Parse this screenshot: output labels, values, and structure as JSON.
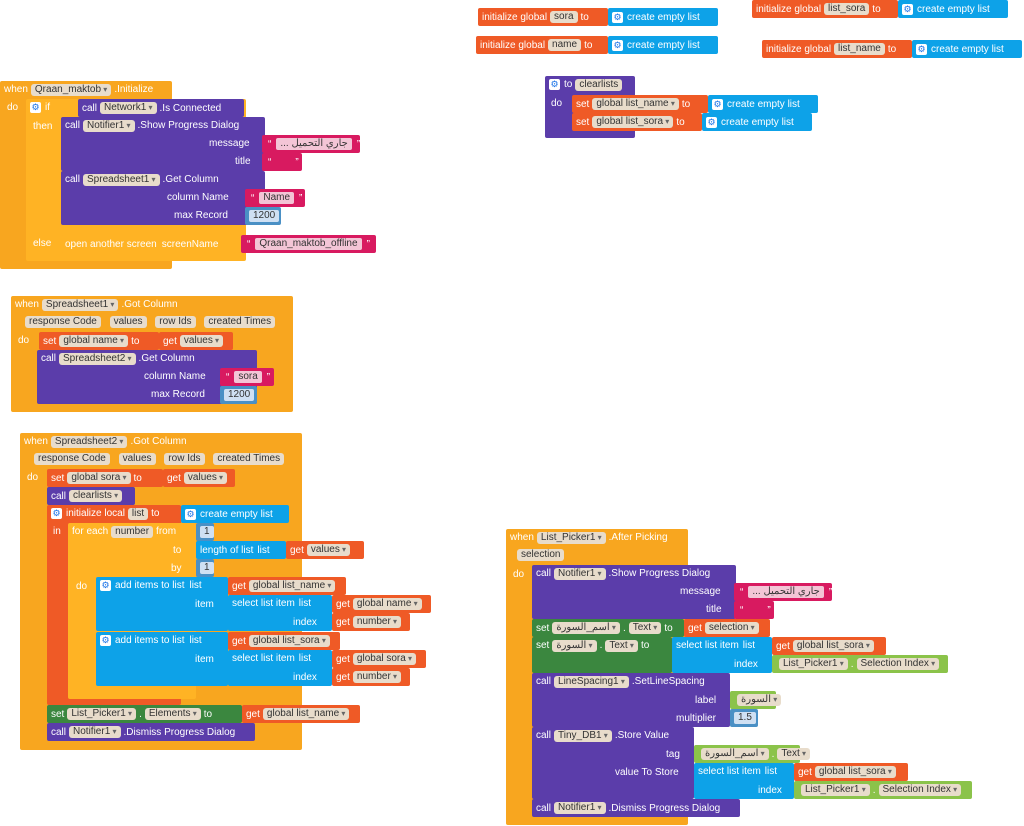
{
  "globals": {
    "sora": {
      "prefix": "initialize global",
      "name": "sora",
      "to": "to",
      "value": "create empty list"
    },
    "list_sora": {
      "prefix": "initialize global",
      "name": "list_sora",
      "to": "to",
      "value": "create empty list"
    },
    "name": {
      "prefix": "initialize global",
      "name": "name",
      "to": "to",
      "value": "create empty list"
    },
    "list_name": {
      "prefix": "initialize global",
      "name": "list_name",
      "to": "to",
      "value": "create empty list"
    }
  },
  "clearlists": {
    "to": "to",
    "proc": "clearlists",
    "do": "do",
    "set1": {
      "set": "set",
      "var": "global list_name",
      "to": "to",
      "value": "create empty list"
    },
    "set2": {
      "set": "set",
      "var": "global list_sora",
      "to": "to",
      "value": "create empty list"
    }
  },
  "init": {
    "when": "when",
    "comp": "Qraan_maktob",
    "event": ".Initialize",
    "do": "do",
    "if": "if",
    "call": "call",
    "network": "Network1",
    "connected": ".Is Connected",
    "then": "then",
    "notifier": "Notifier1",
    "show": ".Show Progress Dialog",
    "message_lbl": "message",
    "message": "... جاري التحميل",
    "title_lbl": "title",
    "title": "",
    "sheet": "Spreadsheet1",
    "getcol": ".Get Column",
    "col_lbl": "column Name",
    "col": "Name",
    "max_lbl": "max Record",
    "max": "1200",
    "else": "else",
    "open": "open another screen",
    "screen_lbl": "screenName",
    "screen": "Qraan_maktob_offline"
  },
  "got1": {
    "when": "when",
    "comp": "Spreadsheet1",
    "event": ".Got Column",
    "params": [
      "response Code",
      "values",
      "row Ids",
      "created Times"
    ],
    "do": "do",
    "set": "set",
    "var": "global name",
    "to": "to",
    "get": "get",
    "getvar": "values",
    "call": "call",
    "sheet": "Spreadsheet2",
    "getcol": ".Get Column",
    "col_lbl": "column Name",
    "col": "sora",
    "max_lbl": "max Record",
    "max": "1200"
  },
  "got2": {
    "when": "when",
    "comp": "Spreadsheet2",
    "event": ".Got Column",
    "params": [
      "response Code",
      "values",
      "row Ids",
      "created Times"
    ],
    "do": "do",
    "set": "set",
    "var": "global sora",
    "to": "to",
    "get": "get",
    "getvar": "values",
    "call": "call",
    "clear": "clearlists",
    "initlocal": "initialize local",
    "local": "list",
    "empty": "create empty list",
    "in": "in",
    "foreach": "for each",
    "number": "number",
    "from": "from",
    "one": "1",
    "to2": "to",
    "lengthof": "length of list",
    "list": "list",
    "by": "by",
    "do2": "do",
    "add1": {
      "add": "add items to list",
      "list": "list",
      "target": "global list_name",
      "item": "item",
      "select": "select list item",
      "listlbl": "list",
      "src": "global name",
      "index": "index",
      "idx": "number"
    },
    "add2": {
      "add": "add items to list",
      "list": "list",
      "target": "global list_sora",
      "item": "item",
      "select": "select list item",
      "listlbl": "list",
      "src": "global sora",
      "index": "index",
      "idx": "number"
    },
    "setpick": {
      "set": "set",
      "comp": "List_Picker1",
      "prop": "Elements",
      "to": "to",
      "get": "get",
      "var": "global list_name"
    },
    "dismiss": {
      "call": "call",
      "comp": "Notifier1",
      "method": ".Dismiss Progress Dialog"
    }
  },
  "picker": {
    "when": "when",
    "comp": "List_Picker1",
    "event": ".After Picking",
    "param": "selection",
    "do": "do",
    "call": "call",
    "notifier": "Notifier1",
    "show": ".Show Progress Dialog",
    "message_lbl": "message",
    "message": "... جاري التحميل",
    "title_lbl": "title",
    "set1": {
      "set": "set",
      "comp": "اسم_السورة",
      "prop": "Text",
      "to": "to",
      "get": "get",
      "var": "selection"
    },
    "set2": {
      "set": "set",
      "comp": "السورة",
      "prop": "Text",
      "to": "to",
      "select": "select list item",
      "list": "list",
      "var": "global list_sora",
      "index": "index",
      "picker": "List_Picker1",
      "sel": "Selection Index"
    },
    "spacing": {
      "call": "call",
      "comp": "LineSpacing1",
      "method": ".SetLineSpacing",
      "label_lbl": "label",
      "label": "السورة",
      "mult_lbl": "multiplier",
      "mult": "1.5"
    },
    "store": {
      "call": "call",
      "comp": "Tiny_DB1",
      "method": ".Store Value",
      "tag_lbl": "tag",
      "tag": "اسم_السورة",
      "tagprop": "Text",
      "value_lbl": "value To Store",
      "select": "select list item",
      "list": "list",
      "get": "get",
      "var": "global list_sora",
      "index": "index",
      "picker": "List_Picker1",
      "sel": "Selection Index"
    },
    "dismiss": {
      "call": "call",
      "comp": "Notifier1",
      "method": ".Dismiss Progress Dialog"
    }
  }
}
